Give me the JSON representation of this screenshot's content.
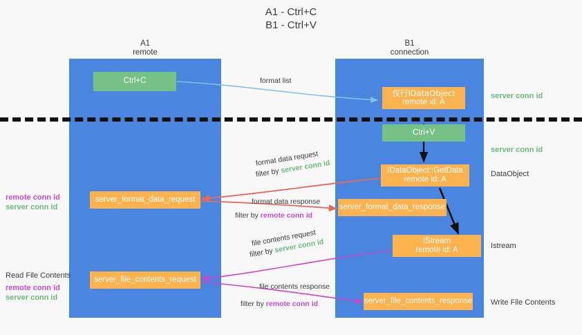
{
  "title": "A1 - Ctrl+C\nB1 - Ctrl+V",
  "lanes": [
    {
      "name": "A1",
      "sub": "remote",
      "head": "A1\nremote"
    },
    {
      "name": "B1",
      "sub": "connection",
      "head": "B1\nconnection"
    }
  ],
  "nodes": {
    "ctrl_c": {
      "label": "Ctrl+C",
      "color": "#76c185"
    },
    "idataobject_top": {
      "line1": "仅行IDataObject",
      "line2": "remote id: A",
      "color": "#fcb24e"
    },
    "ctrl_v": {
      "label": "Ctrl+V",
      "color": "#76c185"
    },
    "getdata": {
      "line1": "IDataObject::GetData",
      "line2": "remote id: A",
      "color": "#fcb24e"
    },
    "format_data_request": {
      "label": "server_format_data_request",
      "color": "#fcb24e"
    },
    "format_data_response": {
      "label": "server_format_data_response",
      "color": "#fcb24e"
    },
    "istream": {
      "line1": "IStream",
      "line2": "remote id: A",
      "color": "#fcb24e"
    },
    "file_contents_request": {
      "label": "server_file_contents_request",
      "color": "#fcb24e"
    },
    "file_contents_response": {
      "label": "server_file_contents_response",
      "color": "#fcb24e"
    }
  },
  "edges": {
    "format_list": "format list",
    "format_data_request_name": "format data request",
    "format_data_request_filter_pre": "filter by ",
    "format_data_request_filter_key": "server conn id",
    "format_data_response_name": "format data response",
    "format_data_response_filter_pre": "filter by ",
    "format_data_response_filter_key": "remote conn id",
    "file_contents_request_name": "file contents request",
    "file_contents_request_filter_pre": "filter by ",
    "file_contents_request_filter_key": "server conn id",
    "file_contents_response_name": "file contents response",
    "file_contents_response_filter_pre": "filter by ",
    "file_contents_response_filter_key": "remote conn id"
  },
  "annotations": {
    "right_server_conn_id_1": "server conn id",
    "right_server_conn_id_2": "server conn id",
    "right_dataobject": "DataObject",
    "right_istream": "Istream",
    "right_write_file_contents": "Write File Contents",
    "left_read_file_contents": "Read File Contents",
    "left_remote_conn_id_1": "remote conn id",
    "left_server_conn_id_1": "server conn id",
    "left_remote_conn_id_2": "remote conn id",
    "left_server_conn_id_2": "server conn id"
  },
  "colors": {
    "lane": "#4a86e0",
    "green_node": "#76c185",
    "orange_node": "#fcb24e",
    "green_text": "#6abb79",
    "magenta_text": "#c64ad0",
    "blue_arrow": "#7ec2ea",
    "red_arrow": "#e8685a",
    "black_arrow": "#111111",
    "magenta_arrow": "#cc44cc",
    "background": "#f8f8f8"
  }
}
